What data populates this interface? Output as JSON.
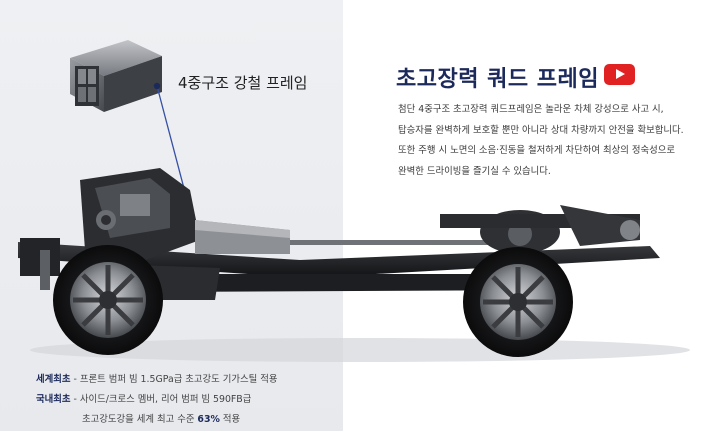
{
  "beam": {
    "label": "4중구조 강철 프레임"
  },
  "header": {
    "title": "초고장력 쿼드 프레임",
    "video_icon": "youtube-play-icon",
    "video_color": "#e12222"
  },
  "description": {
    "lines": [
      "첨단 4중구조 초고장력 쿼드프레임은 놀라운 차체 강성으로 사고 시,",
      "탑승자를 완벽하게 보호할 뿐만 아니라 상대 차량까지 안전을 확보합니다.",
      "또한 주행 시 노면의 소음·진동을 철저하게 차단하여 최상의 정숙성으로",
      "완벽한 드라이빙을 즐기실 수 있습니다."
    ]
  },
  "specs": {
    "row1": {
      "label": "세계최초",
      "text": " - 프론트 범퍼 빔 1.5GPa급 초고강도 기가스틸 적용"
    },
    "row2": {
      "label": "국내최초",
      "text": " - 사이드/크로스 멤버, 리어 범퍼 빔 590FB급"
    },
    "row3": {
      "text_before": "초고강도강을 세계 최고 수준 ",
      "highlight": "63%",
      "text_after": " 적용"
    }
  },
  "colors": {
    "accent": "#1c2a5b",
    "left_panel": "#eceef1"
  }
}
